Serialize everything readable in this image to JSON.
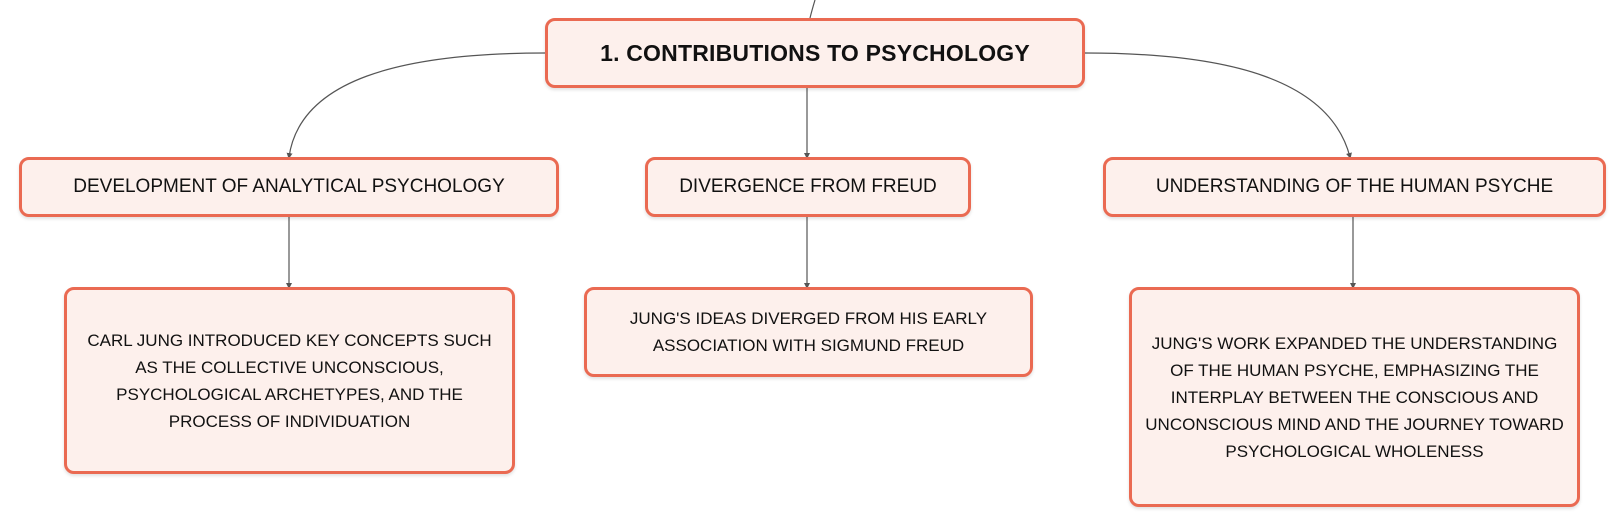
{
  "colors": {
    "node_border": "#ea6a52",
    "node_fill": "#fdf0ec",
    "connector": "#555555"
  },
  "root": {
    "label": "1. CONTRIBUTIONS TO PSYCHOLOGY"
  },
  "topics": [
    {
      "label": "DEVELOPMENT OF ANALYTICAL PSYCHOLOGY",
      "detail": "CARL JUNG INTRODUCED KEY CONCEPTS SUCH AS THE COLLECTIVE UNCONSCIOUS, PSYCHOLOGICAL ARCHETYPES, AND THE PROCESS OF INDIVIDUATION"
    },
    {
      "label": "DIVERGENCE FROM FREUD",
      "detail": "JUNG'S IDEAS DIVERGED FROM HIS EARLY ASSOCIATION WITH SIGMUND FREUD"
    },
    {
      "label": "UNDERSTANDING OF THE HUMAN PSYCHE",
      "detail": "JUNG'S WORK EXPANDED THE UNDERSTANDING OF THE HUMAN PSYCHE, EMPHASIZING THE INTERPLAY BETWEEN THE CONSCIOUS AND UNCONSCIOUS MIND AND THE JOURNEY TOWARD PSYCHOLOGICAL WHOLENESS"
    }
  ]
}
